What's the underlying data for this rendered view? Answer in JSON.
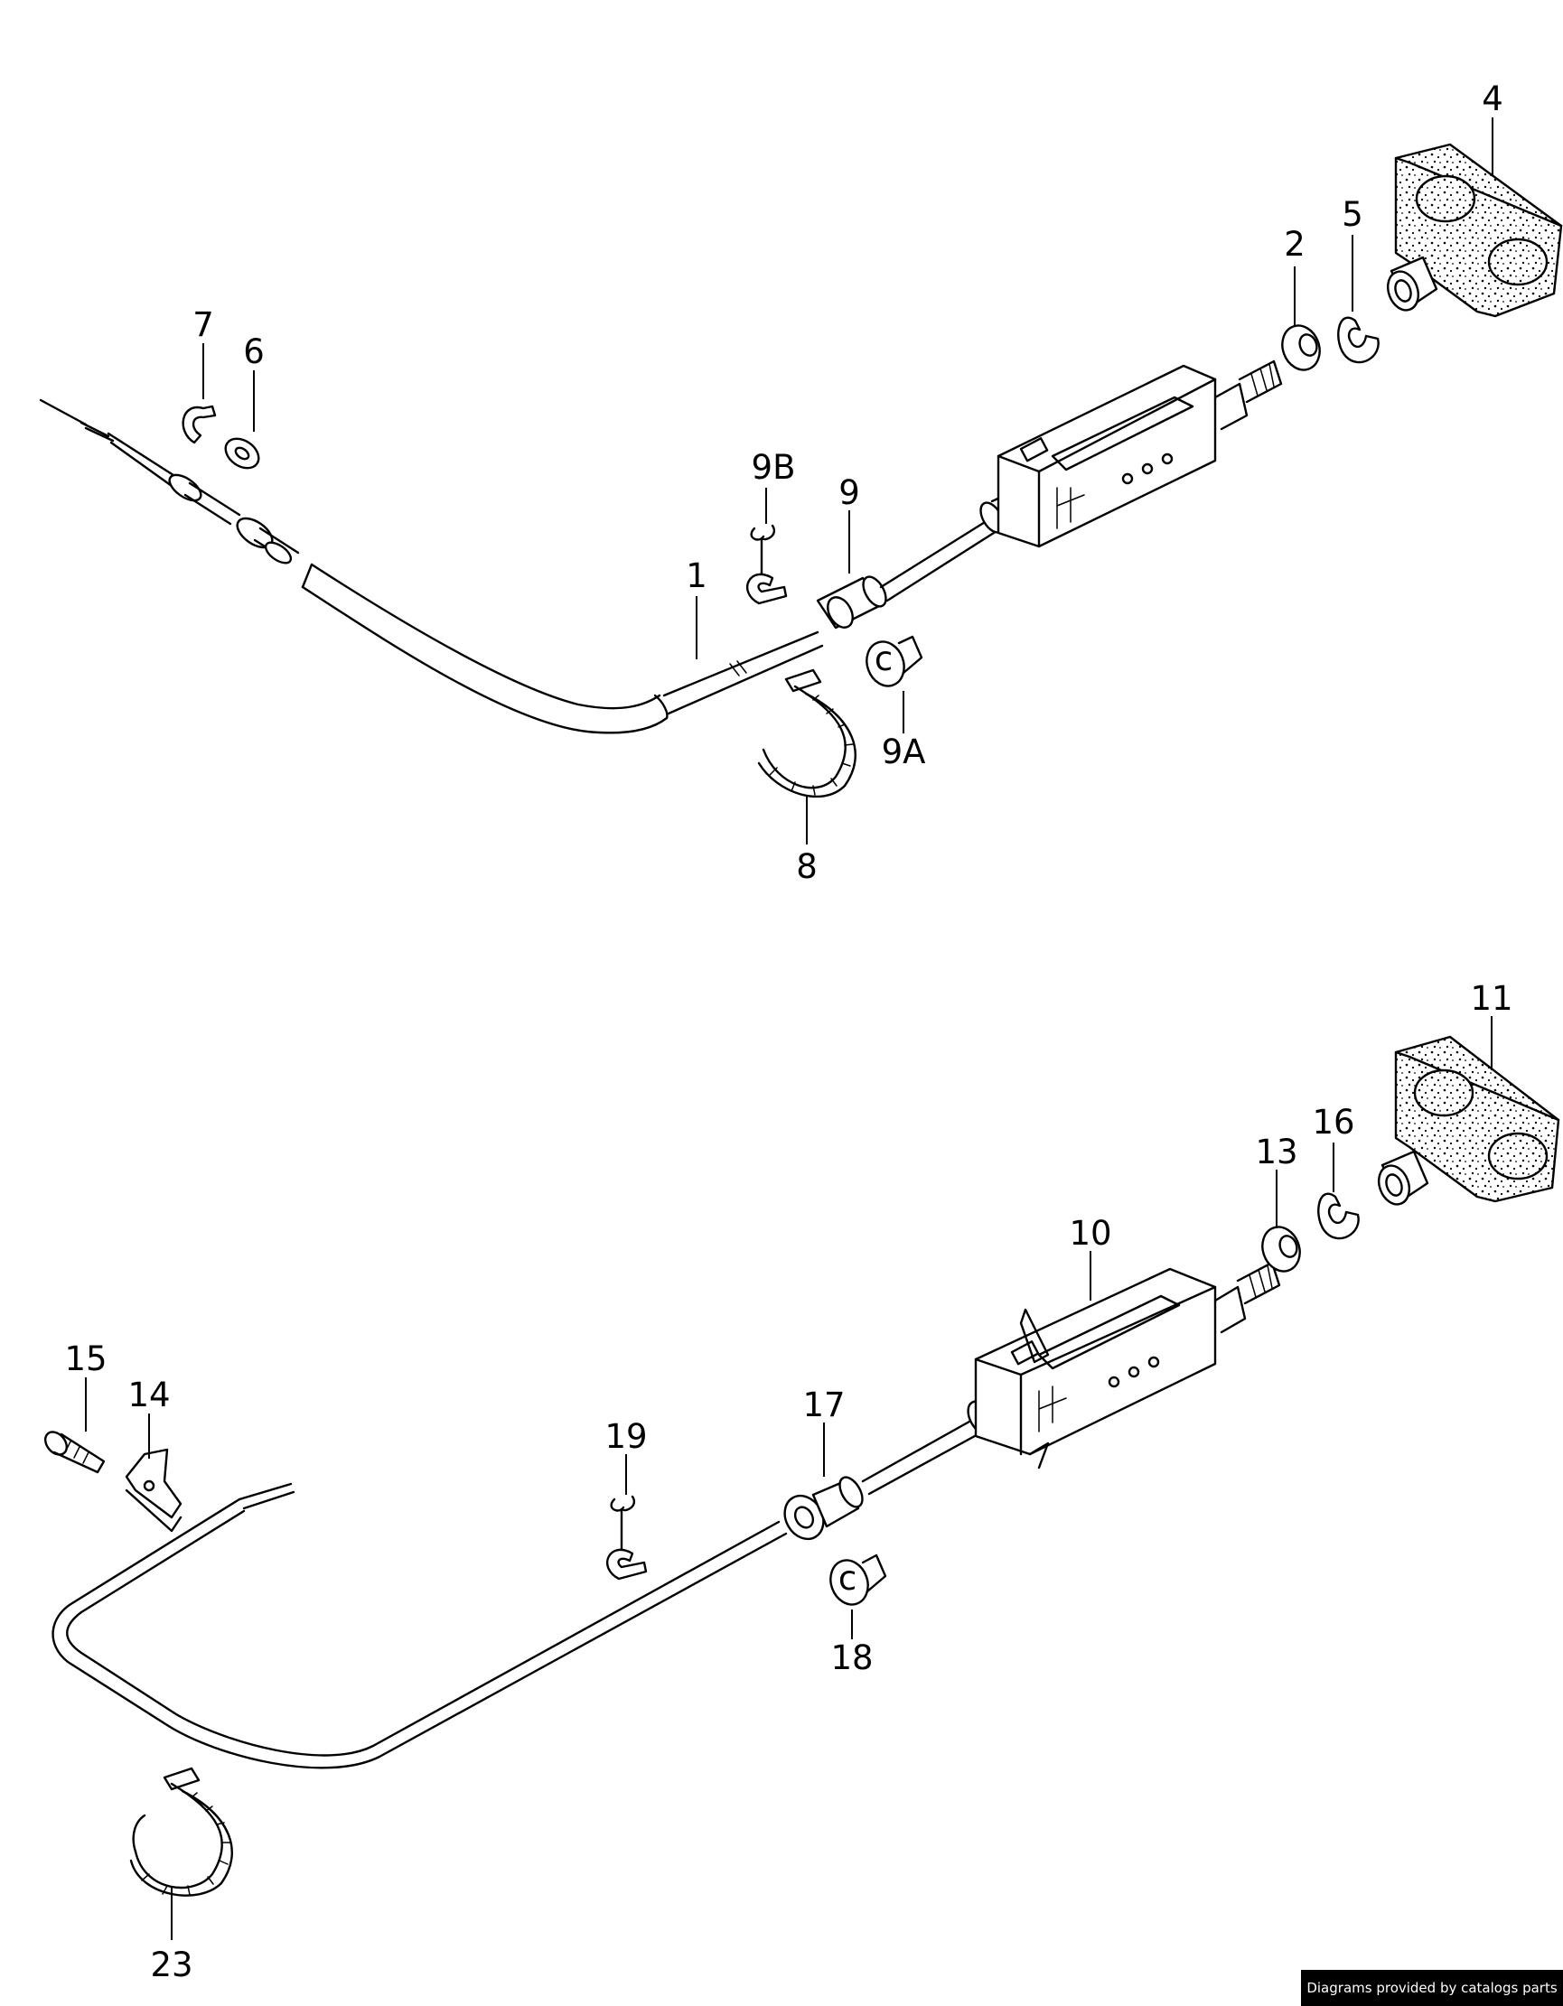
{
  "labels": {
    "l1": "1",
    "l2": "2",
    "l4": "4",
    "l5": "5",
    "l6": "6",
    "l7": "7",
    "l8": "8",
    "l9": "9",
    "l9a": "9A",
    "l9b": "9B",
    "l10": "10",
    "l11": "11",
    "l13": "13",
    "l14": "14",
    "l15": "15",
    "l16": "16",
    "l17": "17",
    "l18": "18",
    "l19": "19",
    "l23": "23"
  },
  "credit": "Diagrams provided by catalogs parts"
}
